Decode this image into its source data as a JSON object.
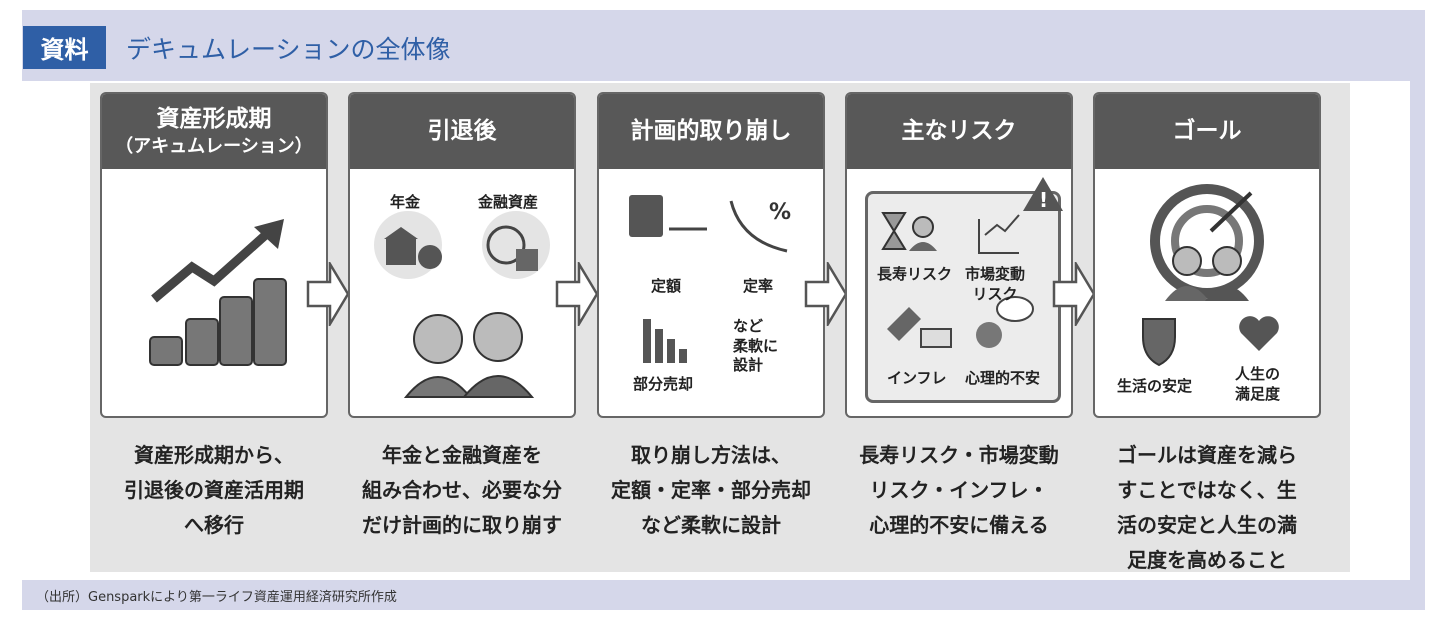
{
  "header": {
    "tag": "資料",
    "title": "デキュムレーションの全体像"
  },
  "cards": [
    {
      "title": "資産形成期",
      "subtitle": "（アキュムレーション）",
      "caption": [
        "資産形成期から、",
        "引退後の資産活用期",
        "へ移行"
      ]
    },
    {
      "title": "引退後",
      "labels": [
        "年金",
        "金融資産"
      ],
      "caption": [
        "年金と金融資産を",
        "組み合わせ、必要な分",
        "だけ計画的に取り崩す"
      ]
    },
    {
      "title": "計画的取り崩し",
      "labels": [
        "定額",
        "定率",
        "部分売却",
        "など\n柔軟に\n設計"
      ],
      "caption": [
        "取り崩し方法は、",
        "定額・定率・部分売却",
        "など柔軟に設計"
      ]
    },
    {
      "title": "主なリスク",
      "labels": [
        "長寿リスク",
        "市場変動\nリスク",
        "インフレ",
        "心理的不安"
      ],
      "caption": [
        "長寿リスク・市場変動",
        "リスク・インフレ・",
        "心理的不安に備える"
      ]
    },
    {
      "title": "ゴール",
      "labels": [
        "生活の安定",
        "人生の\n満足度"
      ],
      "caption": [
        "ゴールは資産を減ら",
        "すことではなく、生",
        "活の安定と人生の満",
        "足度を高めること"
      ]
    }
  ],
  "footer": "（出所）Gensparkにより第一ライフ資産運用経済研究所作成"
}
